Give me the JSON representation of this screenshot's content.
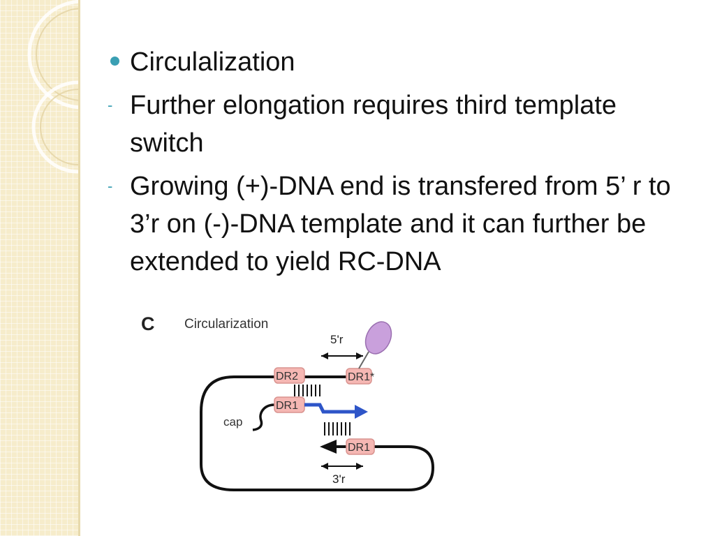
{
  "bullets": [
    {
      "marker": "dot",
      "text": "Circulalization"
    },
    {
      "marker": "dash",
      "dash": "-",
      "text": "Further elongation requires third template switch"
    },
    {
      "marker": "dash",
      "dash": "-",
      "text": "Growing (+)-DNA end is transfered from 5’ r to 3’r on (-)-DNA template and it can further be extended to yield RC-DNA"
    }
  ],
  "figure": {
    "panel_letter": "C",
    "panel_title": "Circularization",
    "labels": {
      "five_r": "5'r",
      "three_r": "3'r",
      "dr2": "DR2",
      "dr1_top": "DR1",
      "dr1_star": "DR1*",
      "dr1_bottom": "DR1",
      "cap": "cap"
    },
    "colors": {
      "dr_box_fill": "#f5b7b3",
      "dr_box_stroke": "#d9938f",
      "protein_fill": "#c9a0dc",
      "extension_arrow": "#2e55c8",
      "bullet_marker": "#3a9fb3"
    }
  }
}
